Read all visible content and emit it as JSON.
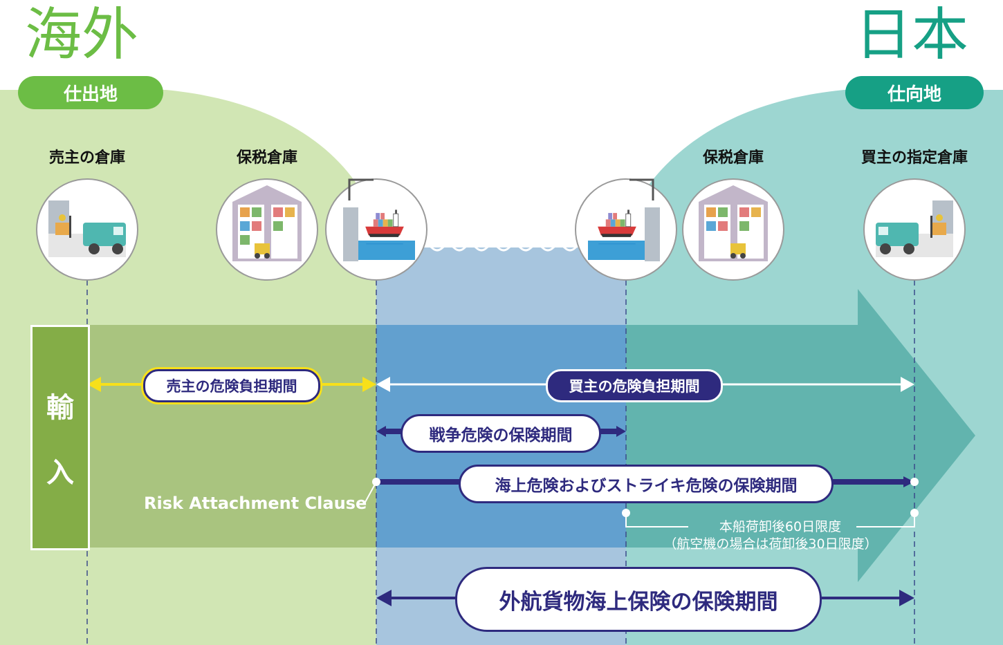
{
  "regions": {
    "origin": {
      "title": "海外",
      "label": "仕出地"
    },
    "destination": {
      "title": "日本",
      "label": "仕向地"
    }
  },
  "locations": {
    "seller_warehouse": "売主の倉庫",
    "origin_bonded": "保税倉庫",
    "dest_bonded": "保税倉庫",
    "buyer_warehouse": "買主の指定倉庫"
  },
  "direction_label": [
    "輸",
    "入"
  ],
  "periods": {
    "seller_risk": "売主の危険負担期間",
    "buyer_risk": "買主の危険負担期間",
    "war_risk": "戦争危険の保険期間",
    "marine_strike": "海上危険およびストライキ危険の保険期間",
    "cargo_insurance": "外航貨物海上保険の保険期間"
  },
  "risk_attachment_clause": "Risk Attachment Clause",
  "limits": {
    "ship": "本船荷卸後60日限度",
    "air": "（航空機の場合は荷卸後30日限度）"
  },
  "colors": {
    "origin_bg": "#d1e6b4",
    "dest_bg": "#9dd6d1",
    "sea_bg": "#a7c5de",
    "band_origin": "#a9c47f",
    "band_sea": "#62a0cf",
    "band_dest": "#62b4ae",
    "navy": "#2e2a7e",
    "yellow": "#f7e01a",
    "origin_accent": "#6cbd45",
    "dest_accent": "#16a085"
  },
  "icons": [
    "forklift-truck-icon",
    "warehouse-icon",
    "cargo-ship-port-icon",
    "cargo-ship-port-icon",
    "warehouse-icon",
    "truck-forklift-icon"
  ]
}
